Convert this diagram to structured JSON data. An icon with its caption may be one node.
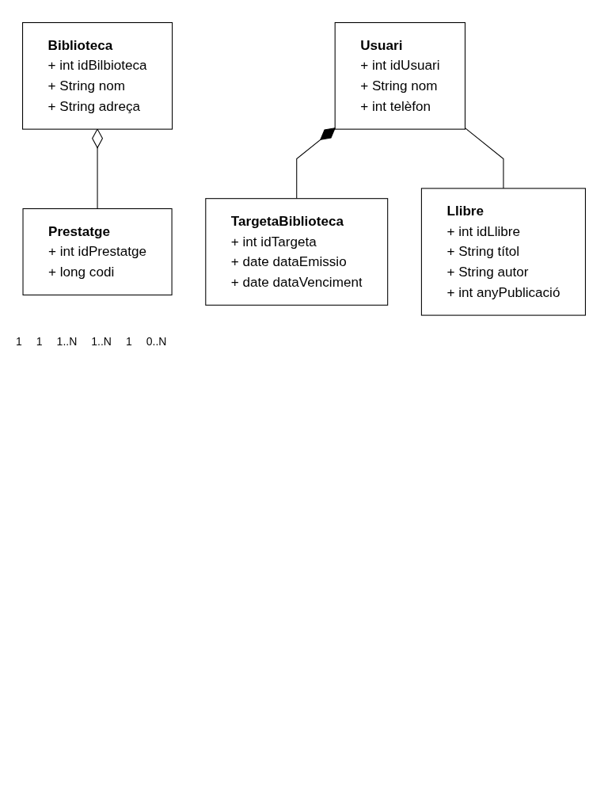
{
  "diagram": {
    "nodes": [
      {
        "text": [
          "Biblioteca",
          "+ int idBilbioteca",
          "+ String nom",
          "+ String adreça"
        ]
      },
      {
        "text": [
          "Usuari",
          "+ int idUsuari",
          "+ String nom",
          "+ int telèfon"
        ]
      },
      {
        "text": [
          "Prestatge",
          "+ int idPrestatge",
          "+ long codi"
        ]
      },
      {
        "text": [
          "TargetaBiblioteca",
          "+ int idTargeta",
          "+ date dataEmissio",
          "+ date dataVenciment"
        ]
      },
      {
        "text": [
          "Llibre",
          "+ int idLlibre",
          "+ String títol",
          "+ String autor",
          "+ int anyPublicació"
        ]
      }
    ],
    "edges": [
      {
        "from": 0,
        "to": 2,
        "arrow": "other"
      },
      {
        "from": 1,
        "to": 3,
        "arrow": "other"
      },
      {
        "from": 1,
        "to": 4,
        "arrow": "none"
      }
    ],
    "labels": [
      "1",
      "1",
      "1..N",
      "1..N",
      "1",
      "0..N"
    ]
  }
}
